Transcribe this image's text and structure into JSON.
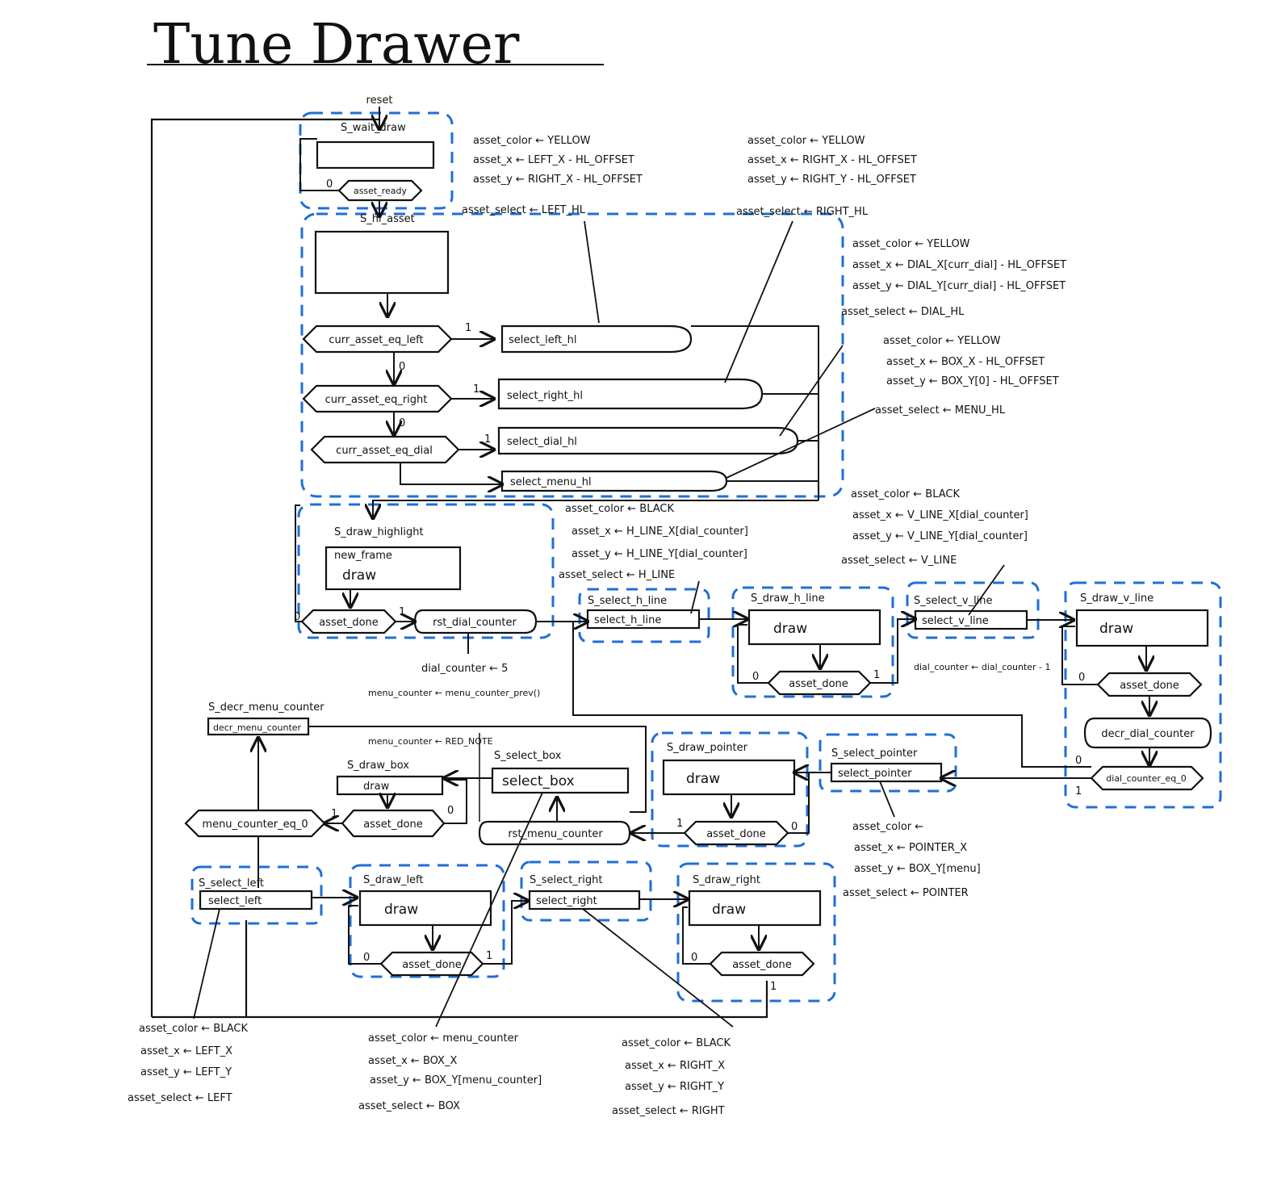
{
  "title": "Tune Drawer",
  "colors": {
    "ink": "#111111",
    "region": "#1f6fd6",
    "background": "#ffffff"
  },
  "reset": "reset",
  "states": {
    "wait_draw": "S_wait_draw",
    "hl_asset": "S_hl_asset",
    "draw_highlight": "S_draw_highlight",
    "select_h_line": "S_select_h_line",
    "draw_h_line": "S_draw_h_line",
    "select_v_line": "S_select_v_line",
    "draw_v_line": "S_draw_v_line",
    "decr_menu_counter": "S_decr_menu_counter",
    "draw_box": "S_draw_box",
    "select_box": "S_select_box",
    "draw_pointer": "S_draw_pointer",
    "select_pointer": "S_select_pointer",
    "select_left": "S_select_left",
    "draw_left": "S_draw_left",
    "select_right": "S_select_right",
    "draw_right": "S_draw_right"
  },
  "decisions": {
    "asset_ready": "asset_ready",
    "curr_asset_eq_left": "curr_asset_eq_left",
    "curr_asset_eq_right": "curr_asset_eq_right",
    "curr_asset_eq_dial": "curr_asset_eq_dial",
    "asset_done": "asset_done",
    "dial_counter_eq_0": "dial_counter_eq_0",
    "menu_counter_eq_0": "menu_counter_eq_0",
    "draw_done": "asset_done"
  },
  "actions": {
    "select_left_hl": "select_left_hl",
    "select_right_hl": "select_right_hl",
    "select_dial_hl": "select_dial_hl",
    "select_menu_hl": "select_menu_hl",
    "rst_dial_counter": "rst_dial_counter",
    "decr_dial_counter": "decr_dial_counter",
    "rst_menu_counter": "rst_menu_counter",
    "decr_menu_counter": "decr_menu_counter",
    "select_h_line": "select_h_line",
    "select_v_line": "select_v_line",
    "select_box": "select_box",
    "select_pointer": "select_pointer",
    "select_left": "select_left",
    "select_right": "select_right",
    "new_frame": "new_frame",
    "draw": "draw"
  },
  "branch": {
    "one": "1",
    "zero": "0"
  },
  "notes": {
    "left_hl": [
      "asset_color ← YELLOW",
      "asset_x ← LEFT_X - HL_OFFSET",
      "asset_y ← RIGHT_X - HL_OFFSET",
      "asset_select ← LEFT_HL"
    ],
    "right_hl": [
      "asset_color ← YELLOW",
      "asset_x ← RIGHT_X - HL_OFFSET",
      "asset_y ← RIGHT_Y - HL_OFFSET",
      "asset_select ← RIGHT_HL"
    ],
    "dial_hl": [
      "asset_color ← YELLOW",
      "asset_x ← DIAL_X[curr_dial] - HL_OFFSET",
      "asset_y ← DIAL_Y[curr_dial] - HL_OFFSET",
      "asset_select ← DIAL_HL"
    ],
    "menu_hl": [
      "asset_color ← YELLOW",
      "asset_x ← BOX_X - HL_OFFSET",
      "asset_y ← BOX_Y[0] - HL_OFFSET",
      "asset_select ← MENU_HL"
    ],
    "h_line": [
      "asset_color ← BLACK",
      "asset_x ← H_LINE_X[dial_counter]",
      "asset_y ← H_LINE_Y[dial_counter]",
      "asset_select ← H_LINE"
    ],
    "v_line": [
      "asset_color ← BLACK",
      "asset_x ← V_LINE_X[dial_counter]",
      "asset_y ← V_LINE_Y[dial_counter]",
      "asset_select ← V_LINE"
    ],
    "dial_counter_5": "dial_counter ← 5",
    "dial_counter_dec": "dial_counter ← dial_counter - 1",
    "menu_counter_dec": "menu_counter ← menu_counter_prev()",
    "menu_counter_red": "menu_counter ← RED_NOTE",
    "pointer": [
      "asset_color ←",
      "asset_x ← POINTER_X",
      "asset_y ← BOX_Y[menu]",
      "asset_select ← POINTER"
    ],
    "left": [
      "asset_color ← BLACK",
      "asset_x ← LEFT_X",
      "asset_y ← LEFT_Y",
      "asset_select ← LEFT"
    ],
    "box": [
      "asset_color ← menu_counter",
      "asset_x ← BOX_X",
      "asset_y ← BOX_Y[menu_counter]",
      "asset_select ← BOX"
    ],
    "right": [
      "asset_color ← BLACK",
      "asset_x ← RIGHT_X",
      "asset_y ← RIGHT_Y",
      "asset_select ← RIGHT"
    ]
  }
}
